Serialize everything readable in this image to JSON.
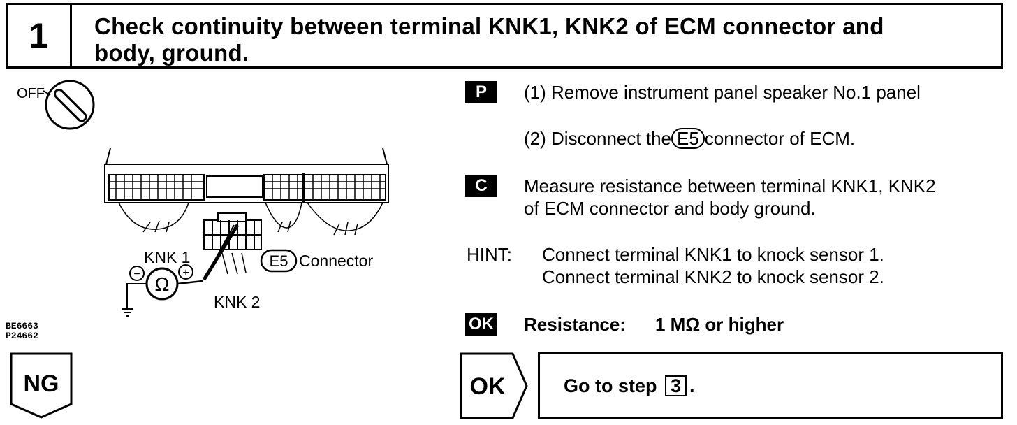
{
  "header": {
    "step_number": "1",
    "title_line1": "Check continuity between terminal KNK1, KNK2 of ECM connector and",
    "title_line2": "body, ground."
  },
  "diagram": {
    "switch_label": "OFF",
    "knk1_label": "KNK 1",
    "knk2_label": "KNK 2",
    "connector_code": "E5",
    "connector_label": "Connector",
    "ohm_symbol": "Ω",
    "minus": "−",
    "plus": "+",
    "code1": "BE6663",
    "code2": "P24662"
  },
  "steps": {
    "p_tag": "P",
    "p1": "(1)  Remove instrument panel speaker No.1 panel",
    "p2_prefix": "(2)  Disconnect the",
    "p2_code": "E5",
    "p2_suffix": "connector of ECM.",
    "c_tag": "C",
    "c_line1": "Measure resistance between terminal KNK1, KNK2",
    "c_line2": "of ECM connector and body ground.",
    "hint_label": "HINT:",
    "hint1": "Connect terminal KNK1 to knock sensor 1.",
    "hint2": "Connect terminal KNK2 to knock sensor 2.",
    "ok_tag": "OK",
    "resistance_label": "Resistance:",
    "resistance_value": "1 MΩ or higher"
  },
  "branches": {
    "ng_label": "NG",
    "ok_label": "OK",
    "goto_prefix": "Go to step",
    "goto_step": "3",
    "goto_suffix": "."
  }
}
